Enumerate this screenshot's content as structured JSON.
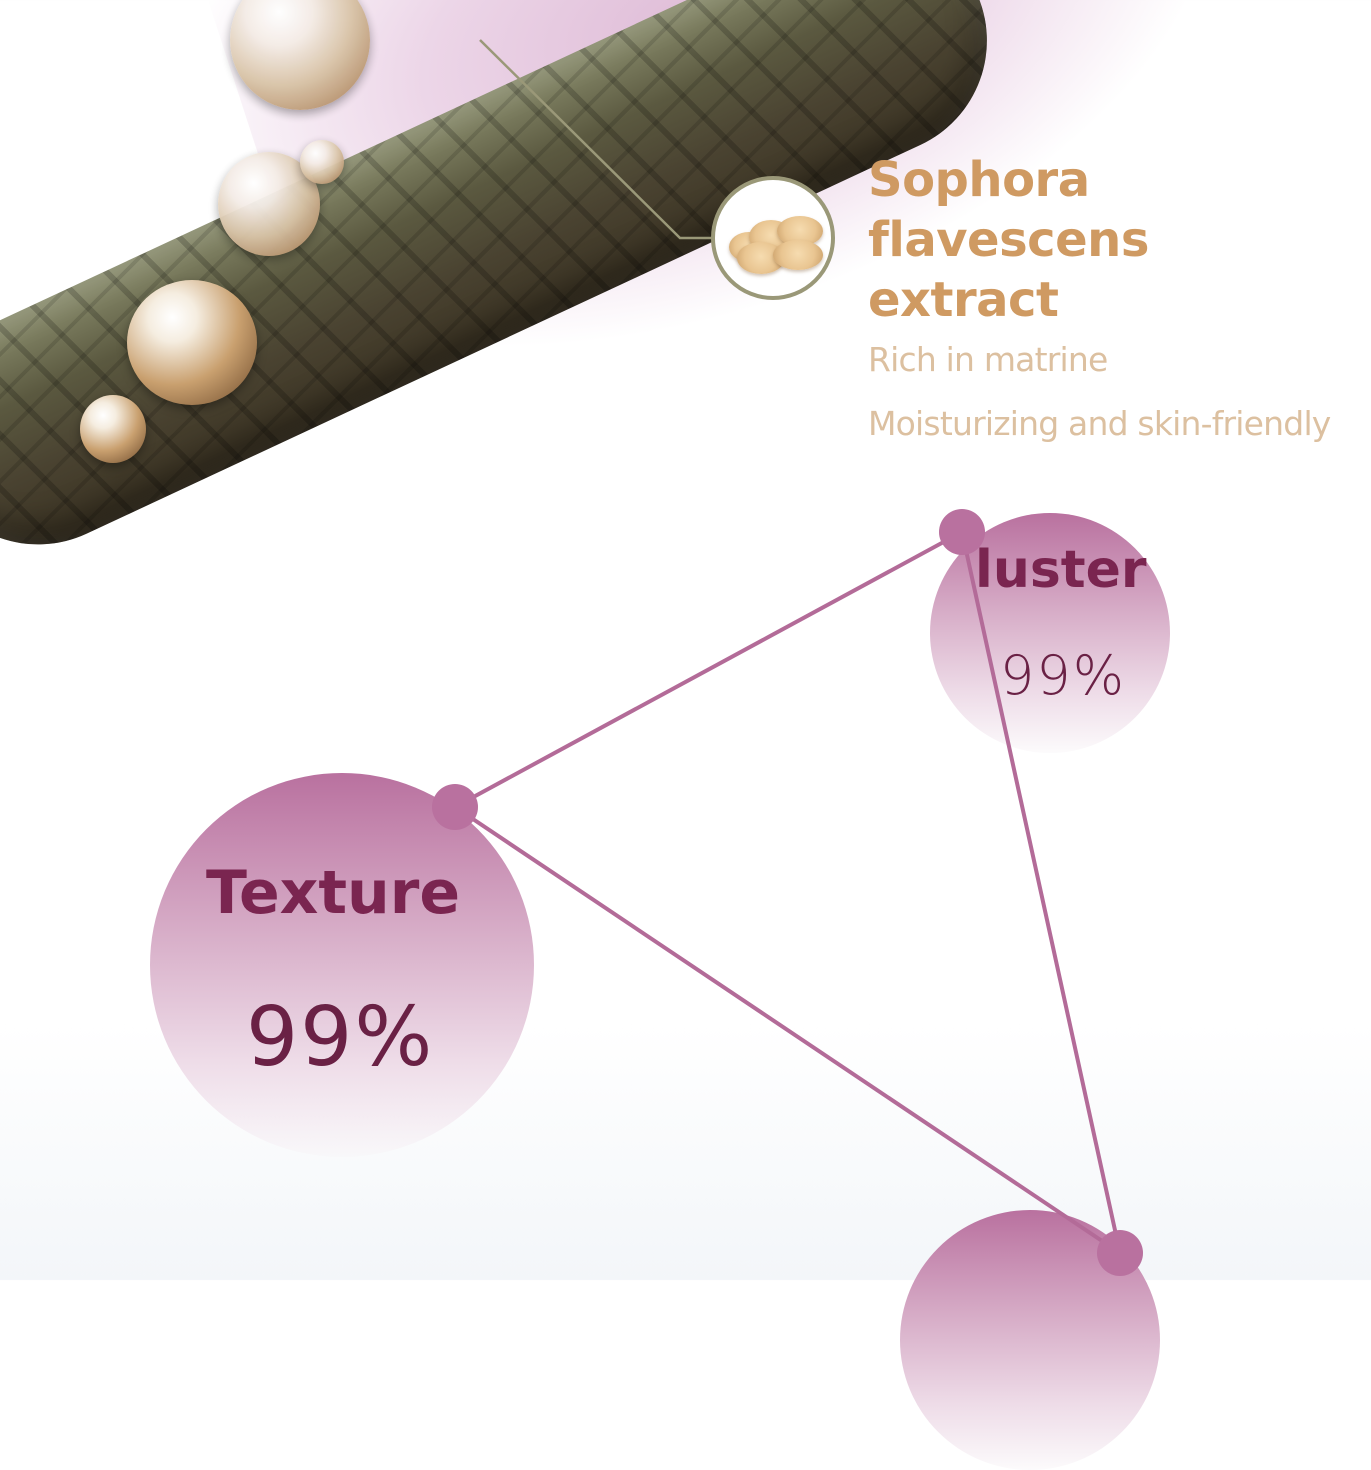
{
  "ingredient": {
    "name_lines": [
      "Sophora",
      "flavescens",
      "extract"
    ],
    "benefits": [
      "Rich in matrine",
      "Moisturizing and skin-friendly"
    ],
    "icon": "sophora-root-slices-icon",
    "title_color": "#cf9a62",
    "desc_color": "#dcc0a0"
  },
  "metrics": [
    {
      "label": "luster",
      "value": "99%"
    },
    {
      "label": "Texture",
      "value": "99%"
    },
    {
      "label": "",
      "value": ""
    }
  ],
  "colors": {
    "accent": "#b9719f",
    "label": "#7a2550",
    "line": "#b36b98"
  }
}
